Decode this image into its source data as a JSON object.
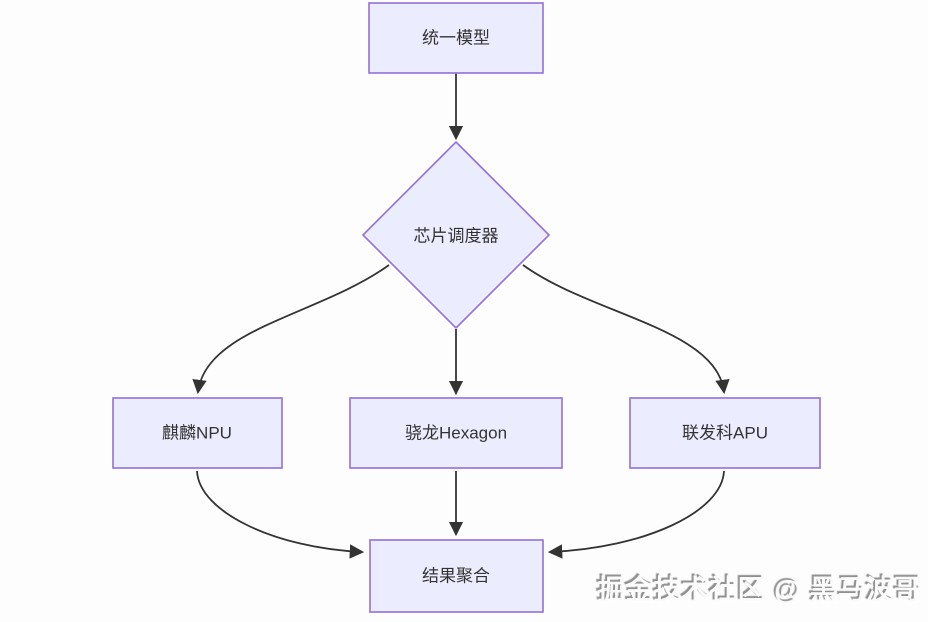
{
  "diagram": {
    "type": "flowchart",
    "direction": "top-down",
    "theme": {
      "node_fill": "#ECECFF",
      "node_border": "#9370DB",
      "edge_color": "#333333",
      "text_color": "#333333",
      "background": "#fdfdfd"
    },
    "nodes": {
      "unified_model": {
        "label": "统一模型",
        "shape": "rect"
      },
      "chip_scheduler": {
        "label": "芯片调度器",
        "shape": "diamond"
      },
      "kirin_npu": {
        "label": "麒麟NPU",
        "shape": "rect"
      },
      "snapdragon_hexagon": {
        "label": "骁龙Hexagon",
        "shape": "rect"
      },
      "mediatek_apu": {
        "label": "联发科APU",
        "shape": "rect"
      },
      "result_aggregation": {
        "label": "结果聚合",
        "shape": "rect"
      }
    },
    "edges": [
      {
        "from": "unified_model",
        "to": "chip_scheduler"
      },
      {
        "from": "chip_scheduler",
        "to": "kirin_npu"
      },
      {
        "from": "chip_scheduler",
        "to": "snapdragon_hexagon"
      },
      {
        "from": "chip_scheduler",
        "to": "mediatek_apu"
      },
      {
        "from": "kirin_npu",
        "to": "result_aggregation"
      },
      {
        "from": "snapdragon_hexagon",
        "to": "result_aggregation"
      },
      {
        "from": "mediatek_apu",
        "to": "result_aggregation"
      }
    ]
  },
  "watermark": {
    "text": "掘金技术社区 @ 黑马波哥"
  }
}
